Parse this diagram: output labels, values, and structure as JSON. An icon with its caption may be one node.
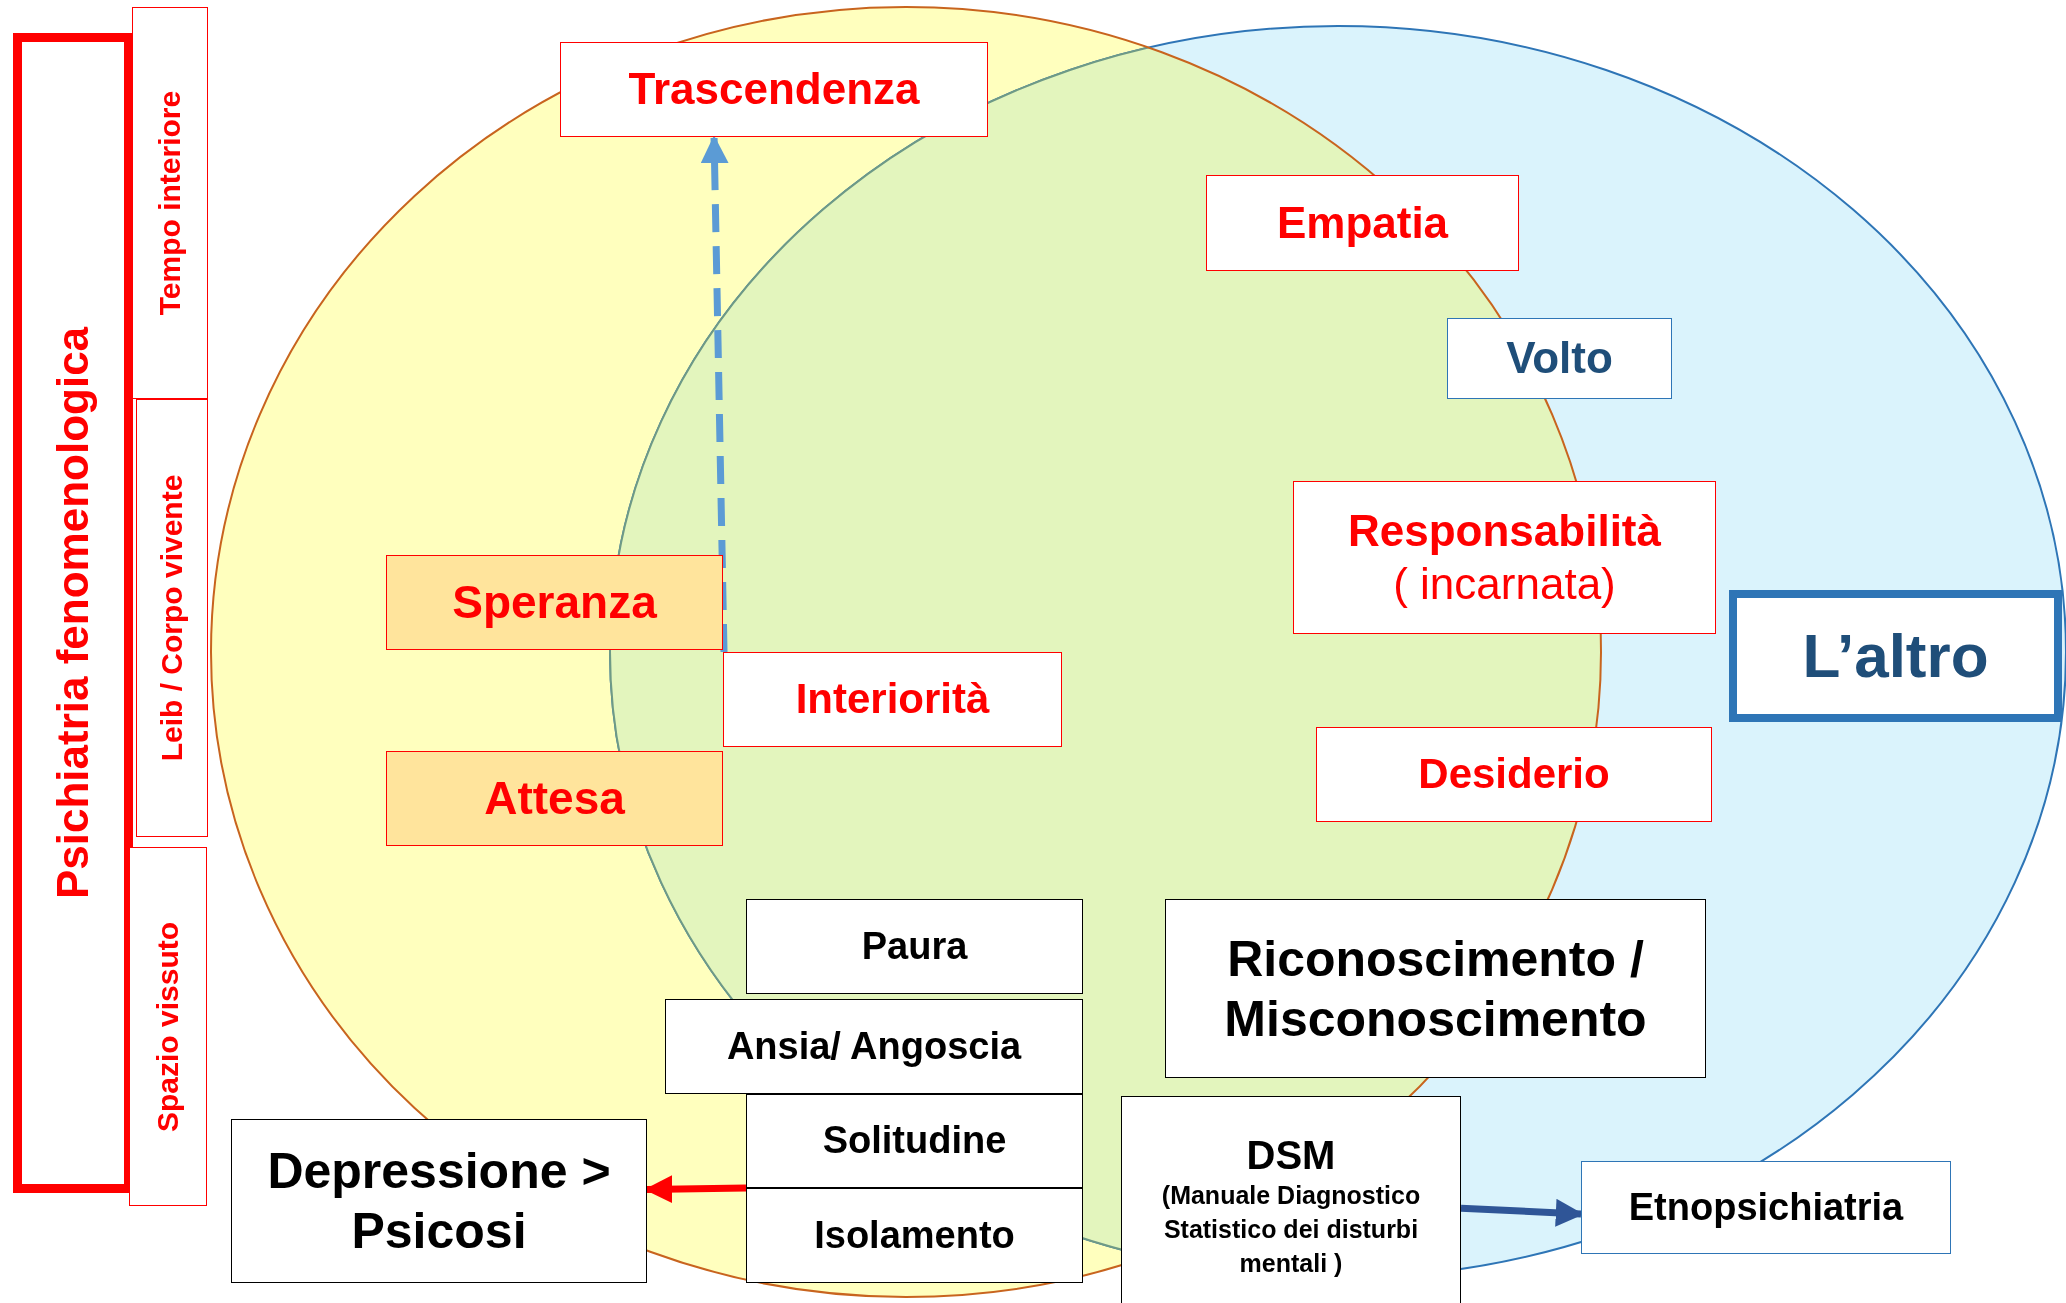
{
  "diagram": {
    "nodes": [
      {
        "text": [
          "Psichiatria fenomenologica"
        ]
      },
      {
        "text": [
          "Tempo interiore"
        ]
      },
      {
        "text": [
          "Leib / Corpo vivente"
        ]
      },
      {
        "text": [
          "Spazio vissuto"
        ]
      },
      {
        "text": [
          "Trascendenza"
        ]
      },
      {
        "text": [
          "Empatia"
        ]
      },
      {
        "text": [
          "Volto"
        ]
      },
      {
        "text": [
          "Responsabilità",
          "( incarnata)"
        ]
      },
      {
        "text": [
          "L’altro"
        ]
      },
      {
        "text": [
          "Speranza"
        ]
      },
      {
        "text": [
          "Interiorità"
        ]
      },
      {
        "text": [
          "Attesa"
        ]
      },
      {
        "text": [
          "Desiderio"
        ]
      },
      {
        "text": [
          "Paura"
        ]
      },
      {
        "text": [
          "Riconoscimento / Misconoscimento"
        ]
      },
      {
        "text": [
          "Ansia/ Angoscia"
        ]
      },
      {
        "text": [
          "Solitudine"
        ]
      },
      {
        "text": [
          "Isolamento"
        ]
      },
      {
        "text": [
          "Depressione > Psicosi"
        ]
      },
      {
        "text": [
          "DSM",
          "(Manuale Diagnostico Statistico dei disturbi mentali )"
        ]
      },
      {
        "text": [
          "Etnopsichiatria"
        ]
      }
    ],
    "edges": [
      {
        "from": 10,
        "to": 4,
        "arrow": "to",
        "style": "dashed",
        "color": "#5b9bd5"
      },
      {
        "from": 17,
        "to": 18,
        "arrow": "to",
        "color": "#ff0000"
      },
      {
        "from": 19,
        "to": 20,
        "arrow": "to",
        "color": "#2f5597"
      }
    ]
  }
}
